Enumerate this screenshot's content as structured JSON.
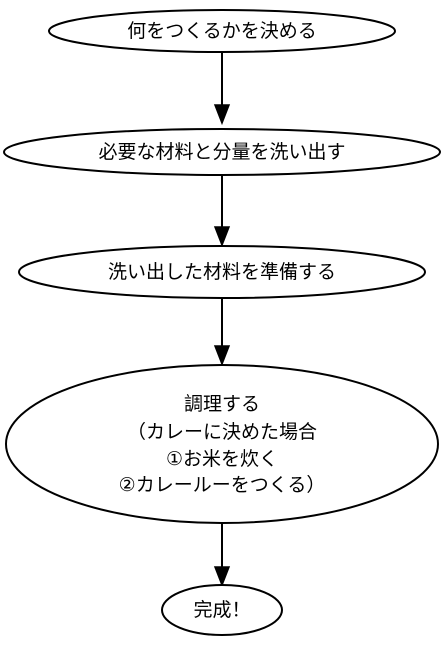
{
  "nodes": [
    {
      "id": "decide",
      "lines": [
        "何をつくるかを決める"
      ]
    },
    {
      "id": "list",
      "lines": [
        "必要な材料と分量を洗い出す"
      ]
    },
    {
      "id": "prepare",
      "lines": [
        "洗い出した材料を準備する"
      ]
    },
    {
      "id": "cook",
      "lines": [
        "調理する",
        "（カレーに決めた場合",
        "①お米を炊く",
        "②カレールーをつくる）"
      ]
    },
    {
      "id": "done",
      "lines": [
        "完成！"
      ]
    }
  ],
  "edges": [
    {
      "from": "decide",
      "to": "list"
    },
    {
      "from": "list",
      "to": "prepare"
    },
    {
      "from": "prepare",
      "to": "cook"
    },
    {
      "from": "cook",
      "to": "done"
    }
  ]
}
